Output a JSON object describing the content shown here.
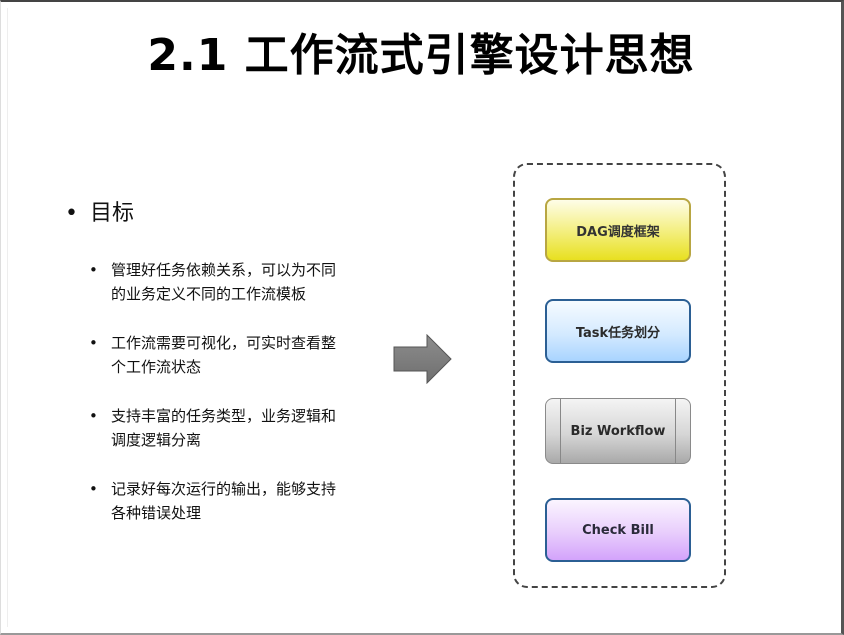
{
  "slide": {
    "title": "2.1 工作流式引擎设计思想",
    "goal": {
      "bullet": "•",
      "label": "目标"
    },
    "bullets": [
      {
        "bullet": "•",
        "line1": "管理好任务依赖关系，可以为不同",
        "line2": "的业务定义不同的工作流模板"
      },
      {
        "bullet": "•",
        "line1": "工作流需要可视化，可实时查看整",
        "line2": "个工作流状态"
      },
      {
        "bullet": "•",
        "line1": "支持丰富的任务类型，业务逻辑和",
        "line2": "调度逻辑分离"
      },
      {
        "bullet": "•",
        "line1": "记录好每次运行的输出，能够支持",
        "line2": "各种错误处理"
      }
    ],
    "arrow": {
      "icon": "right-arrow-icon",
      "color": "#7a7a7a"
    },
    "diagram": {
      "nodes": [
        {
          "label": "DAG调度框架",
          "color": "#efe62e",
          "border": "#b8a642"
        },
        {
          "label": "Task任务划分",
          "color": "#a9d4ff",
          "border": "#2b5f94"
        },
        {
          "label": "Biz Workflow",
          "color": "#b5b5b5",
          "border": "#8a8a8a"
        },
        {
          "label": "Check Bill",
          "color": "#d3a3fb",
          "border": "#2b5f94"
        }
      ]
    }
  }
}
